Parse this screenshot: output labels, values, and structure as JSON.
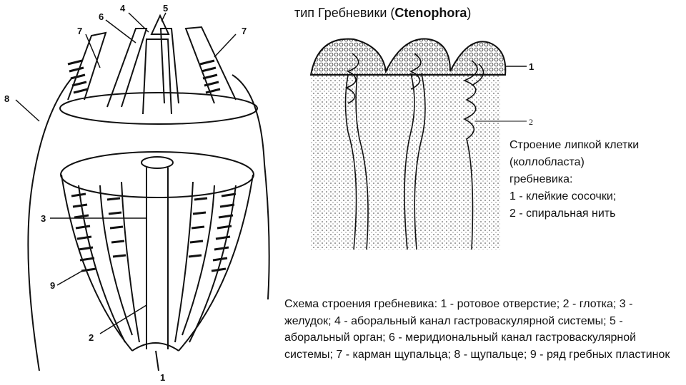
{
  "title": {
    "prefix": "тип Гребневики (",
    "latin": "Ctenophora",
    "suffix": ")"
  },
  "ctenophore_labels": [
    "1",
    "2",
    "3",
    "4",
    "5",
    "6",
    "7",
    "7",
    "8",
    "9"
  ],
  "colloblast_labels": [
    "1",
    "2"
  ],
  "colloblast_caption": {
    "lines": [
      "Строение липкой клетки",
      "(коллобласта)",
      "гребневика:",
      "1 - клейкие сосочки;",
      "2 - спиральная нить"
    ]
  },
  "ctenophore_caption": "Схема строения гребневика: 1 - ротовое отверстие; 2 - глотка; 3 - желудок; 4 - аборальный канал гастроваскулярной системы; 5 - аборальный орган; 6 - меридиональный канал гастроваскулярной системы; 7 - карман щупальца; 8 - щупальце; 9 - ряд гребных пластинок"
}
